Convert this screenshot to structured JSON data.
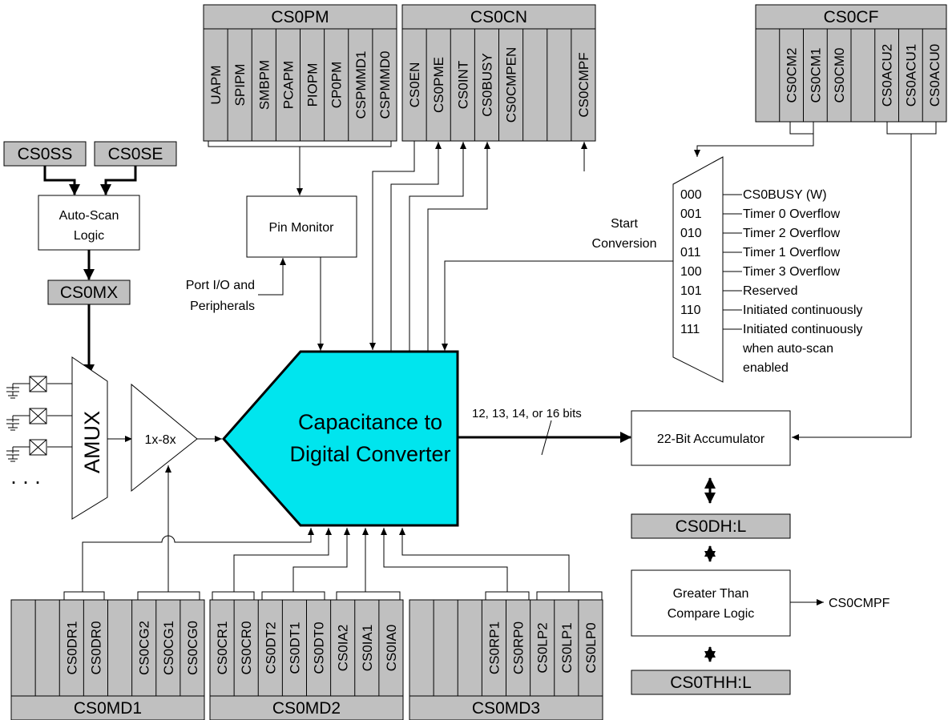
{
  "registers": {
    "cs0pm": {
      "title": "CS0PM",
      "bits": [
        "UAPM",
        "SPIPM",
        "SMBPM",
        "PCAPM",
        "PIOPM",
        "CP0PM",
        "CSPMMD1",
        "CSPMMD0"
      ]
    },
    "cs0cn": {
      "title": "CS0CN",
      "bits": [
        "CS0EN",
        "CS0PME",
        "CS0INT",
        "CS0BUSY",
        "CS0CMPEN",
        "",
        "",
        "CS0CMPF"
      ]
    },
    "cs0cf": {
      "title": "CS0CF",
      "bits": [
        "",
        "CS0CM2",
        "CS0CM1",
        "CS0CM0",
        "",
        "CS0ACU2",
        "CS0ACU1",
        "CS0ACU0"
      ]
    },
    "cs0md1": {
      "title": "CS0MD1",
      "bits": [
        "",
        "",
        "CS0DR1",
        "CS0DR0",
        "",
        "CS0CG2",
        "CS0CG1",
        "CS0CG0"
      ]
    },
    "cs0md2": {
      "title": "CS0MD2",
      "bits": [
        "CS0CR1",
        "CS0CR0",
        "CS0DT2",
        "CS0DT1",
        "CS0DT0",
        "CS0IA2",
        "CS0IA1",
        "CS0IA0"
      ]
    },
    "cs0md3": {
      "title": "CS0MD3",
      "bits": [
        "",
        "",
        "",
        "CS0RP1",
        "CS0RP0",
        "CS0LP2",
        "CS0LP1",
        "CS0LP0"
      ]
    }
  },
  "inputs": {
    "cs0ss": "CS0SS",
    "cs0se": "CS0SE",
    "cs0mx": "CS0MX"
  },
  "blocks": {
    "auto_scan_1": "Auto-Scan",
    "auto_scan_2": "Logic",
    "pin_monitor": "Pin Monitor",
    "amux": "AMUX",
    "gain": "1x-8x",
    "cdc_1": "Capacitance to",
    "cdc_2": "Digital Converter",
    "accumulator": "22-Bit Accumulator",
    "cs0dh": "CS0DH:L",
    "cs0thh": "CS0THH:L",
    "compare_1": "Greater Than",
    "compare_2": "Compare Logic"
  },
  "labels": {
    "port_io_1": "Port I/O and",
    "port_io_2": "Peripherals",
    "start_1": "Start",
    "start_2": "Conversion",
    "bits_out": "12, 13, 14, or 16 bits",
    "cmpf_out": "CS0CMPF",
    "ellipsis": ". . ."
  },
  "start_mux": [
    {
      "code": "000",
      "desc": "CS0BUSY (W)"
    },
    {
      "code": "001",
      "desc": "Timer 0 Overflow"
    },
    {
      "code": "010",
      "desc": "Timer 2 Overflow"
    },
    {
      "code": "011",
      "desc": "Timer 1 Overflow"
    },
    {
      "code": "100",
      "desc": "Timer 3 Overflow"
    },
    {
      "code": "101",
      "desc": "Reserved"
    },
    {
      "code": "110",
      "desc": "Initiated continuously"
    },
    {
      "code": "111",
      "desc": "Initiated continuously",
      "desc2": "when auto-scan",
      "desc3": "enabled"
    }
  ],
  "colors": {
    "register_fill": "#c0c0c0",
    "cdc_fill": "#00e5ee",
    "line": "#000000"
  }
}
